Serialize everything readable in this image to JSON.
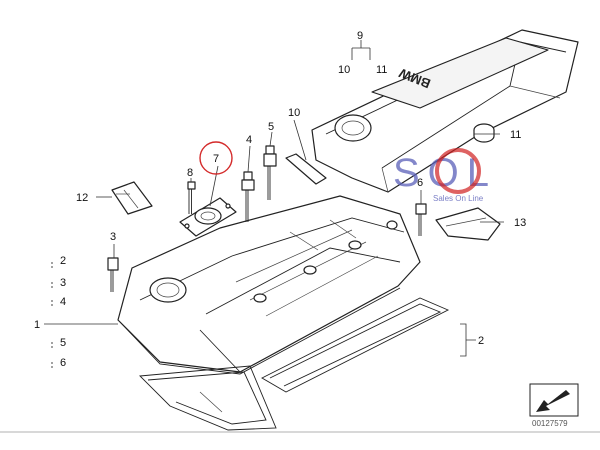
{
  "callouts": {
    "c9": "9",
    "c10_top": "10",
    "c11_top": "11",
    "c10": "10",
    "c5": "5",
    "c4": "4",
    "c7": "7",
    "c8": "8",
    "c11": "11",
    "c6": "6",
    "c12": "12",
    "c13": "13",
    "c3": "3",
    "c2_left": "2",
    "c3_left": "3",
    "c4_left": "4",
    "c1": "1",
    "c5_left": "5",
    "c6_left": "6",
    "c2_right": "2"
  },
  "cover_brand": "BMW",
  "watermark": {
    "letters": "SOL",
    "tagline": "Sales On Line"
  },
  "diagram_code": "00127579",
  "colors": {
    "highlight_circle": "#d42a2a",
    "watermark_blue": "#5a5fb8",
    "watermark_red": "#d02020",
    "line": "#222222"
  }
}
